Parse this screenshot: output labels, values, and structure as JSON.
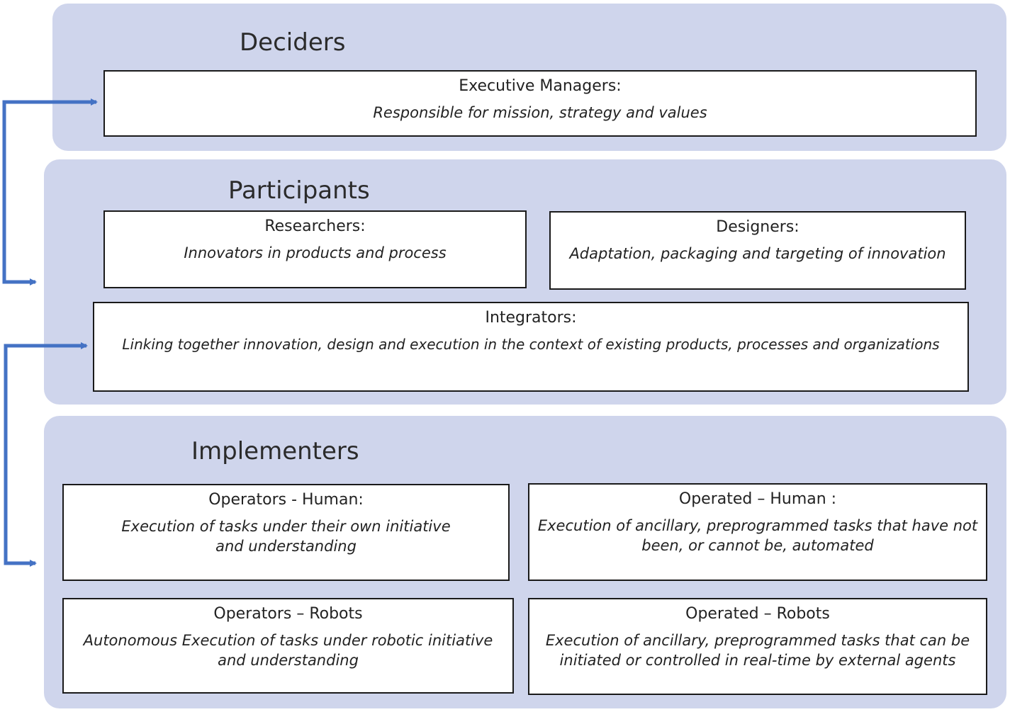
{
  "colors": {
    "group_fill": "#cfd5ec",
    "arrow": "#4472c4",
    "box_border": "#1a1a1a"
  },
  "groups": {
    "deciders": {
      "title": "Deciders",
      "executive": {
        "title": "Executive Managers:",
        "desc": "Responsible for mission, strategy and values"
      }
    },
    "participants": {
      "title": "Participants",
      "researchers": {
        "title": "Researchers:",
        "desc": "Innovators  in products and process"
      },
      "designers": {
        "title": "Designers:",
        "desc": "Adaptation, packaging and targeting of innovation"
      },
      "integrators": {
        "title": "Integrators:",
        "desc": "Linking together innovation,  design and execution in the context of existing products, processes and organizations"
      }
    },
    "implementers": {
      "title": "Implementers",
      "operators_human": {
        "title": "Operators - Human:",
        "desc": "Execution of tasks under their own initiative and understanding"
      },
      "operated_human": {
        "title": "Operated – Human :",
        "desc": "Execution of ancillary, preprogrammed tasks that have not been, or cannot be, automated"
      },
      "operators_robots": {
        "title": "Operators – Robots",
        "desc": "Autonomous Execution of tasks under robotic initiative and understanding"
      },
      "operated_robots": {
        "title": "Operated – Robots",
        "desc": "Execution of ancillary, preprogrammed tasks that can be initiated or controlled in real-time by external agents"
      }
    }
  }
}
